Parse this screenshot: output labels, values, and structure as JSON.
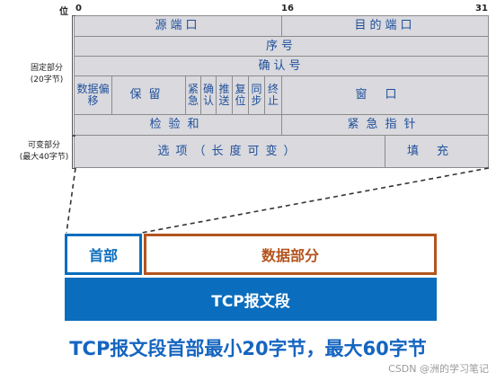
{
  "ruler": {
    "label": "位",
    "tick_0": "0",
    "tick_16": "16",
    "tick_31": "31"
  },
  "header": {
    "src_port": "源端口",
    "dst_port": "目的端口",
    "seq": "序号",
    "ack": "确认号",
    "data_offset": "数据偏移",
    "reserved": "保留",
    "urg": "紧急",
    "ack_flag": "确认",
    "psh": "推送",
    "rst": "复位",
    "syn": "同步",
    "fin": "终止",
    "window": "窗口",
    "checksum": "检验和",
    "urgent_ptr": "紧急指针",
    "options": "选项（长度可变）",
    "padding": "填充"
  },
  "side": {
    "fixed_title": "固定部分",
    "fixed_sub": "(20字节)",
    "variable_title": "可变部分",
    "variable_sub": "(最大40字节)"
  },
  "segment": {
    "head": "首部",
    "data": "数据部分",
    "bar": "TCP报文段"
  },
  "caption": "TCP报文段首部最小20字节，最大60字节",
  "watermark": "CSDN @洲的学习笔记",
  "colors": {
    "blue": "#0a6dbd",
    "brown": "#b3541e",
    "grid_fill": "#d9d9de",
    "grid_text": "#1f4f9a"
  }
}
